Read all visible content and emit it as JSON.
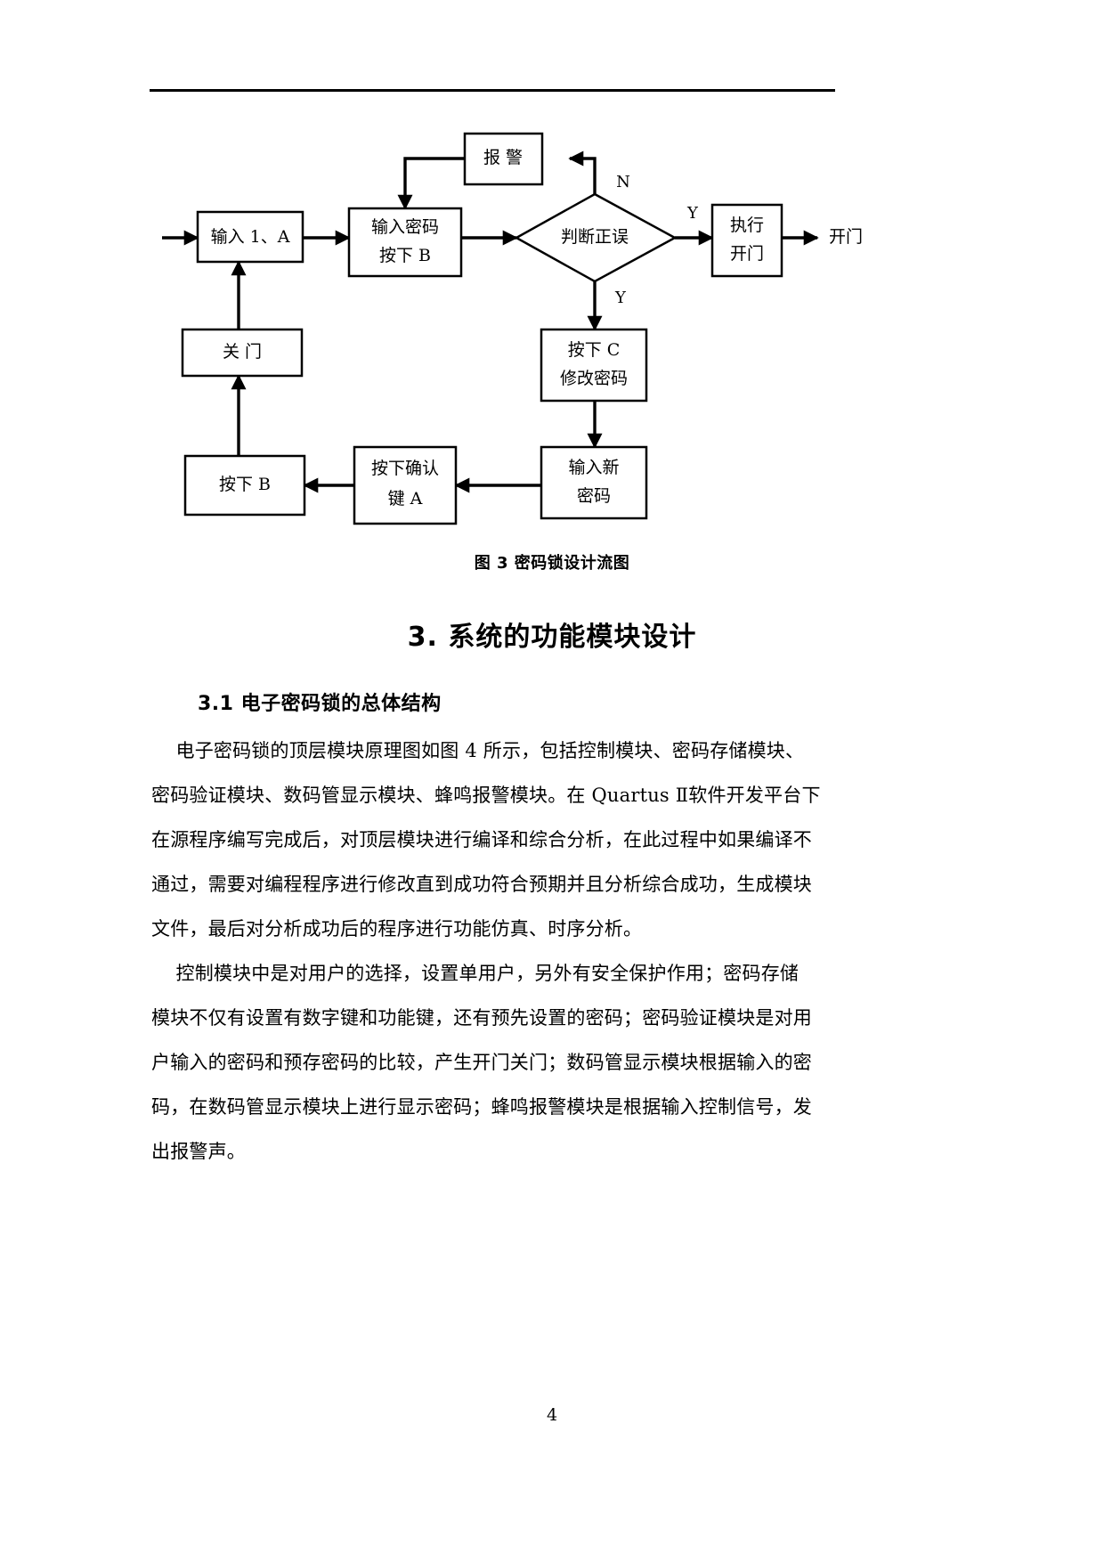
{
  "document": {
    "page_number": "4",
    "header_rule": true
  },
  "figure": {
    "caption": "图 3 密码锁设计流图",
    "nodes": {
      "input_1a": "输入 1、A",
      "input_password_line1": "输入密码",
      "input_password_line2": "按下 B",
      "alarm": "报 警",
      "judge": "判断正误",
      "execute_line1": "执行",
      "execute_line2": "开门",
      "open_door_out": "开门",
      "press_c_line1": "按下 C",
      "press_c_line2": "修改密码",
      "input_new_line1": "输入新",
      "input_new_line2": "密码",
      "confirm_line1": "按下确认",
      "confirm_line2": "键 A",
      "press_b": "按下 B",
      "close_door": "关 门"
    },
    "branch_labels": {
      "no": "N",
      "yes_right": "Y",
      "yes_down": "Y"
    }
  },
  "headings": {
    "section": "3. 系统的功能模块设计",
    "subsection": "3.1  电子密码锁的总体结构"
  },
  "body": {
    "paragraph1": [
      "    电子密码锁的顶层模块原理图如图 4 所示，包括控制模块、密码存储模块、",
      "密码验证模块、数码管显示模块、蜂鸣报警模块。在 Quartus Ⅱ软件开发平台下",
      "在源程序编写完成后，对顶层模块进行编译和综合分析，在此过程中如果编译不",
      "通过，需要对编程程序进行修改直到成功符合预期并且分析综合成功，生成模块",
      "文件，最后对分析成功后的程序进行功能仿真、时序分析。"
    ],
    "paragraph2": [
      "    控制模块中是对用户的选择，设置单用户，另外有安全保护作用；密码存储",
      "模块不仅有设置有数字键和功能键，还有预先设置的密码；密码验证模块是对用",
      "户输入的密码和预存密码的比较，产生开门关门；数码管显示模块根据输入的密",
      "码，在数码管显示模块上进行显示密码；蜂鸣报警模块是根据输入控制信号，发",
      "出报警声。"
    ]
  }
}
